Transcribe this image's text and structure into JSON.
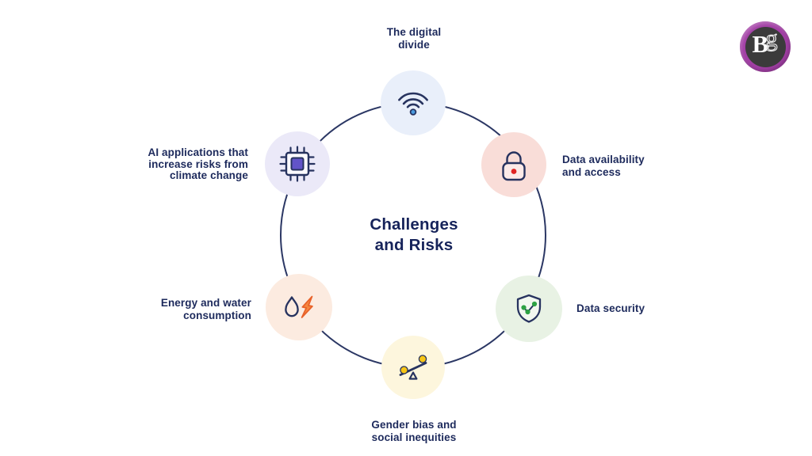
{
  "page": {
    "background": "#ffffff"
  },
  "title": {
    "lines": [
      "Challenges",
      "and Risks"
    ]
  },
  "logo": {
    "letter_b": "B",
    "letter_g": "g",
    "ring_color": "#a23fa5",
    "inner_color": "#3b3b3b"
  },
  "ring": {
    "color": "#2b3764"
  },
  "text_color": "#1d2a5c",
  "nodes": [
    {
      "id": "digital-divide",
      "label_lines": [
        "The digital",
        "divide"
      ],
      "icon": "wifi-icon",
      "circle_color": "#e9effa"
    },
    {
      "id": "data-availability",
      "label_lines": [
        "Data availability",
        "and access"
      ],
      "icon": "lock-icon",
      "circle_color": "#f9ddd8"
    },
    {
      "id": "data-security",
      "label_lines": [
        "Data security"
      ],
      "icon": "shield-network-icon",
      "circle_color": "#e8f2e4"
    },
    {
      "id": "gender-bias",
      "label_lines": [
        "Gender bias and",
        "social inequities"
      ],
      "icon": "balance-scale-icon",
      "circle_color": "#fdf6dd"
    },
    {
      "id": "energy-water",
      "label_lines": [
        "Energy and water",
        "consumption"
      ],
      "icon": "water-drop-lightning-icon",
      "circle_color": "#fcebe0"
    },
    {
      "id": "ai-climate",
      "label_lines": [
        "AI applications that",
        "increase risks from",
        "climate change"
      ],
      "icon": "chip-icon",
      "circle_color": "#ebe9f8"
    }
  ],
  "icon_colors": {
    "outline_navy": "#27335f",
    "wifi_dot": "#4a9ade",
    "lock_dot": "#e02424",
    "lock_body": "#fceae8",
    "shield_dot": "#2da244",
    "shield_dot_ring": "#1f8030",
    "bolt_fill": "#f6873f",
    "bolt_stroke": "#e8622a",
    "chip_core": "#6254c8",
    "scale_ball": "#f7c516"
  }
}
